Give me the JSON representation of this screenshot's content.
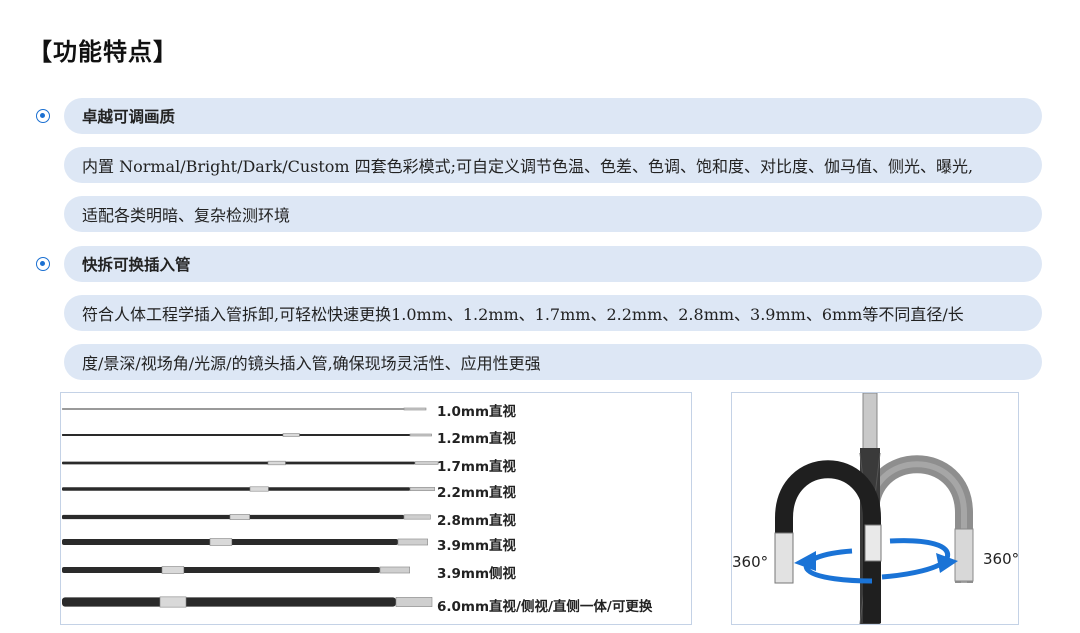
{
  "title": "【功能特点】",
  "features": [
    {
      "heading": "卓越可调画质",
      "lines": [
        "内置 Normal/Bright/Dark/Custom 四套色彩模式;可自定义调节色温、色差、色调、饱和度、对比度、伽马值、侧光、曝光,",
        "适配各类明暗、复杂检测环境"
      ]
    },
    {
      "heading": "快拆可换插入管",
      "lines": [
        "符合人体工程学插入管拆卸,可轻松快速更换1.0mm、1.2mm、1.7mm、2.2mm、2.8mm、3.9mm、6mm等不同直径/长",
        "度/景深/视场角/光源/的镜头插入管,确保现场灵活性、应用性更强"
      ]
    }
  ],
  "probes": [
    {
      "label": "1.0mm直视",
      "thickness": 1.0
    },
    {
      "label": "1.2mm直视",
      "thickness": 1.2
    },
    {
      "label": "1.7mm直视",
      "thickness": 1.7
    },
    {
      "label": "2.2mm直视",
      "thickness": 2.2
    },
    {
      "label": "2.8mm直视",
      "thickness": 2.8
    },
    {
      "label": "3.9mm直视",
      "thickness": 3.9
    },
    {
      "label": "3.9mm侧视",
      "thickness": 3.9
    },
    {
      "label": "6.0mm直视/侧视/直侧一体/可更换",
      "thickness": 6.0
    }
  ],
  "articulation": {
    "left_label": "360°",
    "right_label": "360°"
  },
  "colors": {
    "band": "#dde7f5",
    "bullet": "#1a6fd1",
    "arrow": "#1a73d6"
  }
}
